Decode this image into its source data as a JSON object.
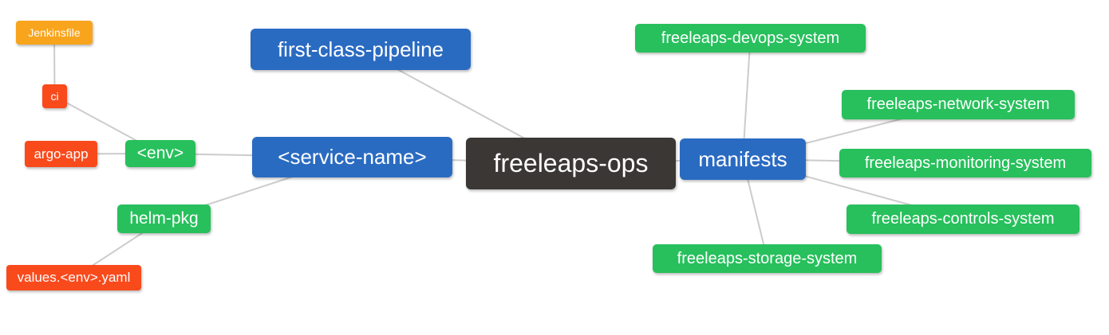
{
  "diagram": {
    "type": "mindmap",
    "background": "#ffffff",
    "edge_color": "#cccccc",
    "colors": {
      "blue": "#2a6bc2",
      "green": "#27c05c",
      "red": "#f94a1c",
      "amber": "#f8a41c",
      "dark": "#3a3734"
    },
    "root": "freeleaps-ops",
    "nodes": [
      {
        "id": "jenkinsfile",
        "label": "Jenkinsfile",
        "color": "amber"
      },
      {
        "id": "ci",
        "label": "ci",
        "color": "red"
      },
      {
        "id": "argo-app",
        "label": "argo-app",
        "color": "red"
      },
      {
        "id": "env",
        "label": "<env>",
        "color": "green"
      },
      {
        "id": "helm-pkg",
        "label": "helm-pkg",
        "color": "green"
      },
      {
        "id": "values-env-yaml",
        "label": "values.<env>.yaml",
        "color": "red"
      },
      {
        "id": "first-class-pipeline",
        "label": "first-class-pipeline",
        "color": "blue"
      },
      {
        "id": "service-name",
        "label": "<service-name>",
        "color": "blue"
      },
      {
        "id": "freeleaps-ops",
        "label": "freeleaps-ops",
        "color": "dark"
      },
      {
        "id": "manifests",
        "label": "manifests",
        "color": "blue"
      },
      {
        "id": "freeleaps-devops-system",
        "label": "freeleaps-devops-system",
        "color": "green"
      },
      {
        "id": "freeleaps-network-system",
        "label": "freeleaps-network-system",
        "color": "green"
      },
      {
        "id": "freeleaps-monitoring-system",
        "label": "freeleaps-monitoring-system",
        "color": "green"
      },
      {
        "id": "freeleaps-controls-system",
        "label": "freeleaps-controls-system",
        "color": "green"
      },
      {
        "id": "freeleaps-storage-system",
        "label": "freeleaps-storage-system",
        "color": "green"
      }
    ],
    "edges": [
      [
        "jenkinsfile",
        "ci"
      ],
      [
        "ci",
        "env"
      ],
      [
        "argo-app",
        "env"
      ],
      [
        "env",
        "service-name"
      ],
      [
        "helm-pkg",
        "service-name"
      ],
      [
        "values-env-yaml",
        "helm-pkg"
      ],
      [
        "first-class-pipeline",
        "freeleaps-ops"
      ],
      [
        "service-name",
        "freeleaps-ops"
      ],
      [
        "freeleaps-ops",
        "manifests"
      ],
      [
        "manifests",
        "freeleaps-devops-system"
      ],
      [
        "manifests",
        "freeleaps-network-system"
      ],
      [
        "manifests",
        "freeleaps-monitoring-system"
      ],
      [
        "manifests",
        "freeleaps-controls-system"
      ],
      [
        "manifests",
        "freeleaps-storage-system"
      ]
    ]
  }
}
